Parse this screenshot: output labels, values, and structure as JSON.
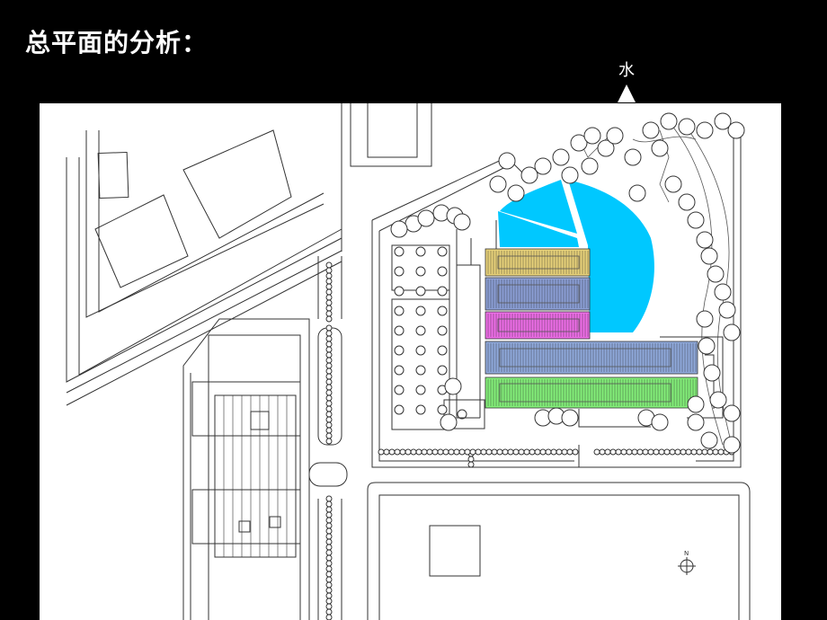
{
  "slide": {
    "title": "总平面的分析：",
    "water_label": "水",
    "compass_label": "N"
  },
  "colors": {
    "background": "#000000",
    "plan_background": "#ffffff",
    "water": "#00c8ff",
    "zone_yellow": "#e8d27a",
    "zone_blue": "#8c9fd6",
    "zone_magenta": "#ee6ee8",
    "zone_lightblue": "#90aadc",
    "zone_green": "#84f07a"
  },
  "icons": [
    "north-arrow-icon",
    "water-direction-arrow-icon"
  ]
}
